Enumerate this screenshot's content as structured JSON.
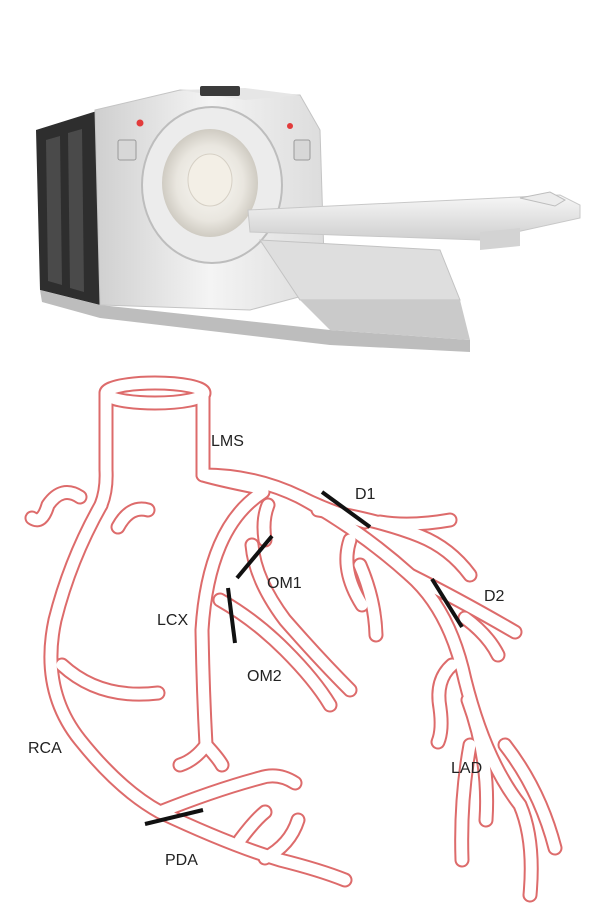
{
  "figure": {
    "scanner_image": "pet-ct-scanner",
    "vessel_color": "#dd6b6b",
    "marker_color": "#111111"
  },
  "labels": {
    "lms": "LMS",
    "d1": "D1",
    "d2": "D2",
    "om1": "OM1",
    "lcx": "LCX",
    "om2": "OM2",
    "rca": "RCA",
    "lad": "LAD",
    "pda": "PDA"
  }
}
